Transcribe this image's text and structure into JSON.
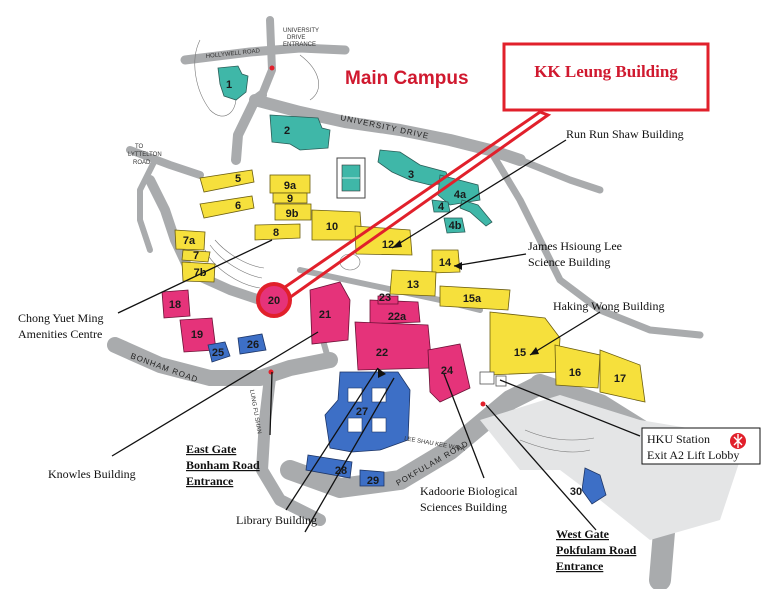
{
  "map": {
    "title": "Main Campus",
    "highlight": "KK Leung Building",
    "highlight_number": "20",
    "colors": {
      "yellow": "#f6e03c",
      "pink": "#e5337a",
      "blue": "#3d6fc6",
      "teal": "#3fb7a8",
      "road": "#a9abad",
      "accent": "#e1202b"
    },
    "buildings": [
      "1",
      "2",
      "3",
      "4a",
      "4",
      "4b",
      "5",
      "6",
      "7a",
      "7",
      "7b",
      "8",
      "9a",
      "9",
      "9b",
      "10",
      "12",
      "13",
      "14",
      "15a",
      "15",
      "16",
      "17",
      "18",
      "19",
      "21",
      "22a",
      "22",
      "23",
      "24",
      "25",
      "26",
      "27",
      "28",
      "29",
      "30"
    ],
    "roads": {
      "university_drive": "UNIVERSITY DRIVE",
      "bonham_road": "BONHAM ROAD",
      "pokfulam_road": "POKFULAM ROAD",
      "drive_entrance": [
        "UNIVERSITY",
        "DRIVE",
        "ENTRANCE"
      ],
      "lyttelton": [
        "TO",
        "LYTTELTON",
        "ROAD"
      ],
      "small_road": "HOLLYWELL ROAD",
      "lee_shau_kee": "LEE SHAU KEE WALK",
      "lung_fu": "LUNG FU SHAN"
    },
    "labels": {
      "run_run_shaw": "Run Run Shaw Building",
      "james_lee": [
        "James Hsioung Lee",
        "Science Building"
      ],
      "haking_wong": "Haking Wong Building",
      "chong_yuet_ming": [
        "Chong Yuet Ming",
        "Amenities Centre"
      ],
      "knowles": "Knowles Building",
      "library": "Library Building",
      "kadoorie": [
        "Kadoorie Biological",
        "Sciences Building"
      ],
      "east_gate": [
        "East Gate",
        "Bonham Road",
        "Entrance"
      ],
      "west_gate": [
        "West Gate",
        "Pokfulam Road",
        "Entrance"
      ],
      "hku_station": [
        "HKU Station",
        "Exit A2 Lift Lobby"
      ]
    }
  }
}
